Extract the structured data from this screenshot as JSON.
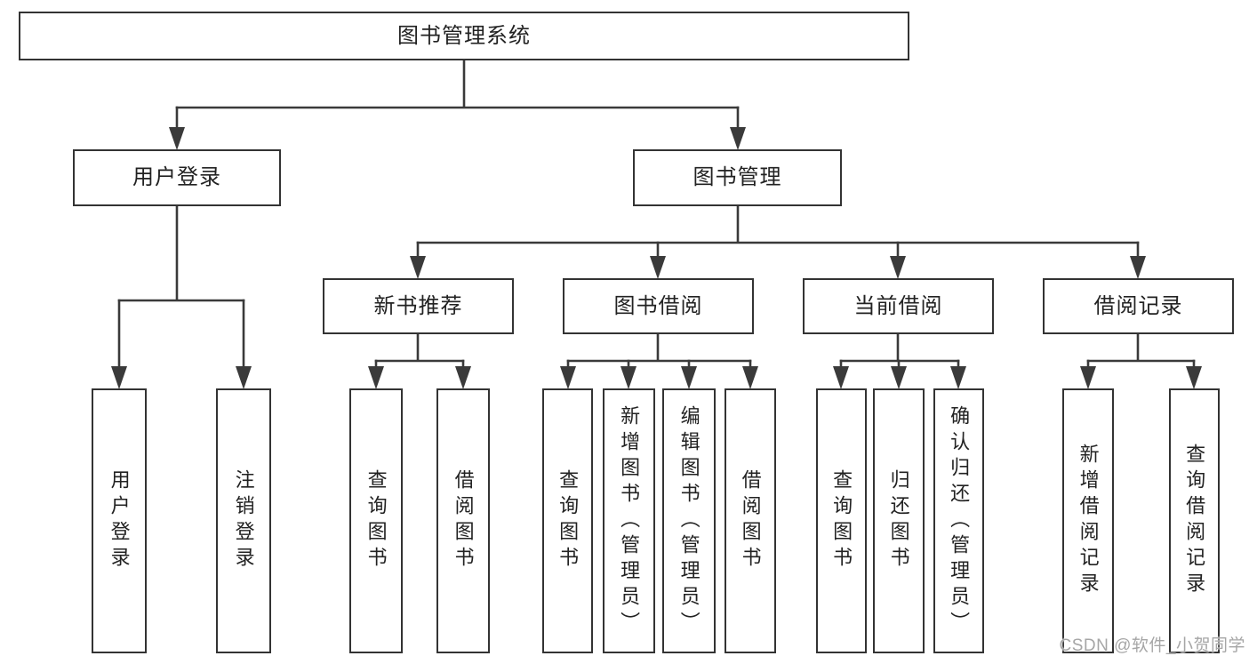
{
  "page": {
    "type": "hierarchy-diagram",
    "background": "#ffffff"
  },
  "nodes": {
    "root": {
      "label": "图书管理系统"
    },
    "user_login": {
      "label": "用户登录"
    },
    "book_management": {
      "label": "图书管理"
    },
    "new_book_recommend": {
      "label": "新书推荐"
    },
    "book_borrow": {
      "label": "图书借阅"
    },
    "current_borrow": {
      "label": "当前借阅"
    },
    "borrow_record": {
      "label": "借阅记录"
    },
    "leaf_user_login": {
      "label": "用户登录"
    },
    "leaf_logout": {
      "label": "注销登录"
    },
    "leaf_nb_query": {
      "label": "查询图书"
    },
    "leaf_nb_borrow": {
      "label": "借阅图书"
    },
    "leaf_bb_query": {
      "label": "查询图书"
    },
    "leaf_bb_add": {
      "label": "新增图书（管理员）"
    },
    "leaf_bb_edit": {
      "label": "编辑图书（管理员）"
    },
    "leaf_bb_borrow": {
      "label": "借阅图书"
    },
    "leaf_cb_query": {
      "label": "查询图书"
    },
    "leaf_cb_return": {
      "label": "归还图书"
    },
    "leaf_cb_confirm": {
      "label": "确认归还（管理员）"
    },
    "leaf_br_add": {
      "label": "新增借阅记录"
    },
    "leaf_br_query": {
      "label": "查询借阅记录"
    }
  },
  "hierarchy": [
    {
      "parent": "图书管理系统",
      "children": [
        "用户登录",
        "图书管理"
      ]
    },
    {
      "parent": "用户登录",
      "children": [
        "用户登录",
        "注销登录"
      ]
    },
    {
      "parent": "图书管理",
      "children": [
        "新书推荐",
        "图书借阅",
        "当前借阅",
        "借阅记录"
      ]
    },
    {
      "parent": "新书推荐",
      "children": [
        "查询图书",
        "借阅图书"
      ]
    },
    {
      "parent": "图书借阅",
      "children": [
        "查询图书",
        "新增图书（管理员）",
        "编辑图书（管理员）",
        "借阅图书"
      ]
    },
    {
      "parent": "当前借阅",
      "children": [
        "查询图书",
        "归还图书",
        "确认归还（管理员）"
      ]
    },
    {
      "parent": "借阅记录",
      "children": [
        "新增借阅记录",
        "查询借阅记录"
      ]
    }
  ],
  "watermark": {
    "text": "CSDN @软件_小贺同学"
  },
  "colors": {
    "box_border": "#333333",
    "connector": "#3a3a3a",
    "text": "#222222",
    "watermark": "#a6a6a6",
    "background": "#ffffff"
  }
}
